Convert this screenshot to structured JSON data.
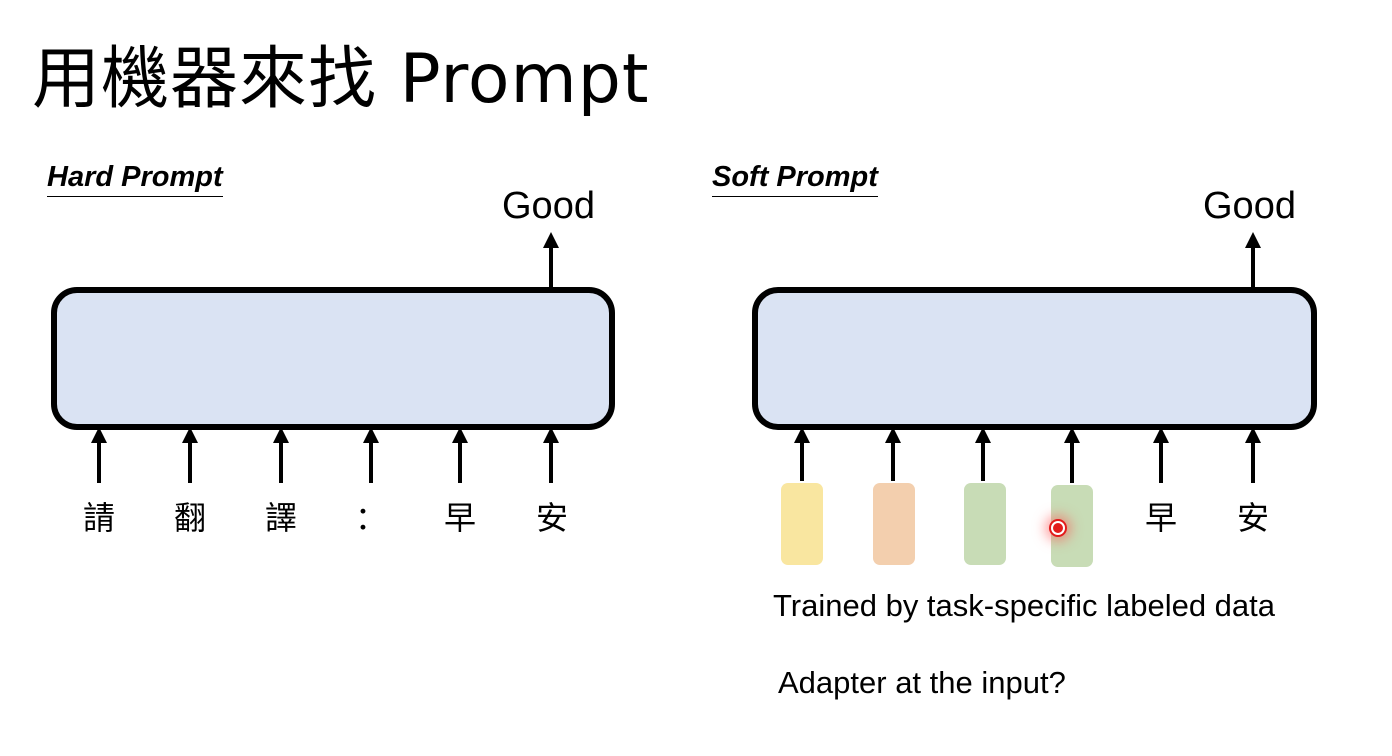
{
  "title": "用機器來找 Prompt",
  "hard": {
    "label": "Hard Prompt",
    "output": "Good",
    "tokens": [
      "請",
      "翻",
      "譯",
      "：",
      "早",
      "安"
    ]
  },
  "soft": {
    "label": "Soft Prompt",
    "output": "Good",
    "vectors": [
      {
        "color": "#f9e6a0"
      },
      {
        "color": "#f3cfae"
      },
      {
        "color": "#c8dcb6"
      },
      {
        "color": "#c8dcb6"
      }
    ],
    "tokens": [
      "早",
      "安"
    ],
    "note": "Trained by task-specific labeled data",
    "question": "Adapter at the input?"
  }
}
